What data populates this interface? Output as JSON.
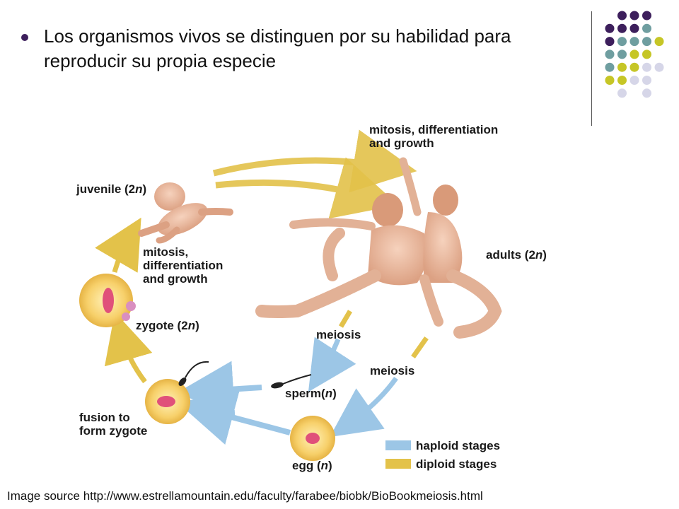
{
  "slide": {
    "bullet_text": "Los organismos vivos se distinguen por su habilidad para reproducir su propia especie",
    "source_text": "Image source http://www.estrellamountain.edu/faculty/farabee/biobk/BioBookmeiosis.html"
  },
  "diagram": {
    "labels": {
      "mitosis_top_1": "mitosis, differentiation",
      "mitosis_top_2": "and growth",
      "juvenile": "juvenile (2",
      "juvenile_n": "n",
      "juvenile_end": ")",
      "mitosis_left_1": "mitosis,",
      "mitosis_left_2": "differentiation",
      "mitosis_left_3": "and growth",
      "adults": "adults (2",
      "adults_n": "n",
      "adults_end": ")",
      "zygote": "zygote (2",
      "zygote_n": "n",
      "zygote_end": ")",
      "meiosis_1": "meiosis",
      "meiosis_2": "meiosis",
      "sperm": "sperm(",
      "sperm_n": "n",
      "sperm_end": ")",
      "fusion_1": "fusion to",
      "fusion_2": "form zygote",
      "egg": "egg (",
      "egg_n": "n",
      "egg_end": ")",
      "legend_haploid": "haploid stages",
      "legend_diploid": "diploid stages"
    },
    "colors": {
      "haploid": "#9cc6e6",
      "diploid": "#e3c24a",
      "cell_fill": "#f7d06a",
      "nucleus": "#e0507a"
    }
  },
  "decor": {
    "dot_colors": [
      "#3d1f5c",
      "#6f9ea0",
      "#c6c626",
      "#d6d6e8"
    ]
  }
}
